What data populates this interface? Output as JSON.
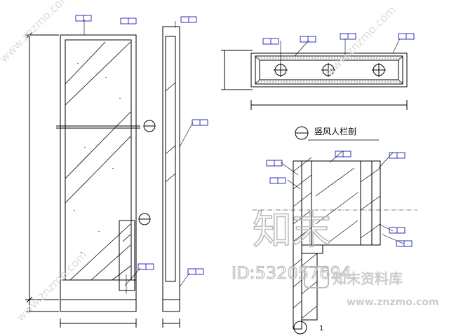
{
  "drawing": {
    "section_title": "竖风人栏剖",
    "detail_mark": "1"
  },
  "watermark": {
    "logo_chars": "知末",
    "id_text": "ID:532057694",
    "brand": "知末资料库",
    "url": "www.znzmo.com"
  },
  "colors": {
    "line": "#000000",
    "tag": "#0000aa",
    "watermark": "#bbbbbb"
  }
}
